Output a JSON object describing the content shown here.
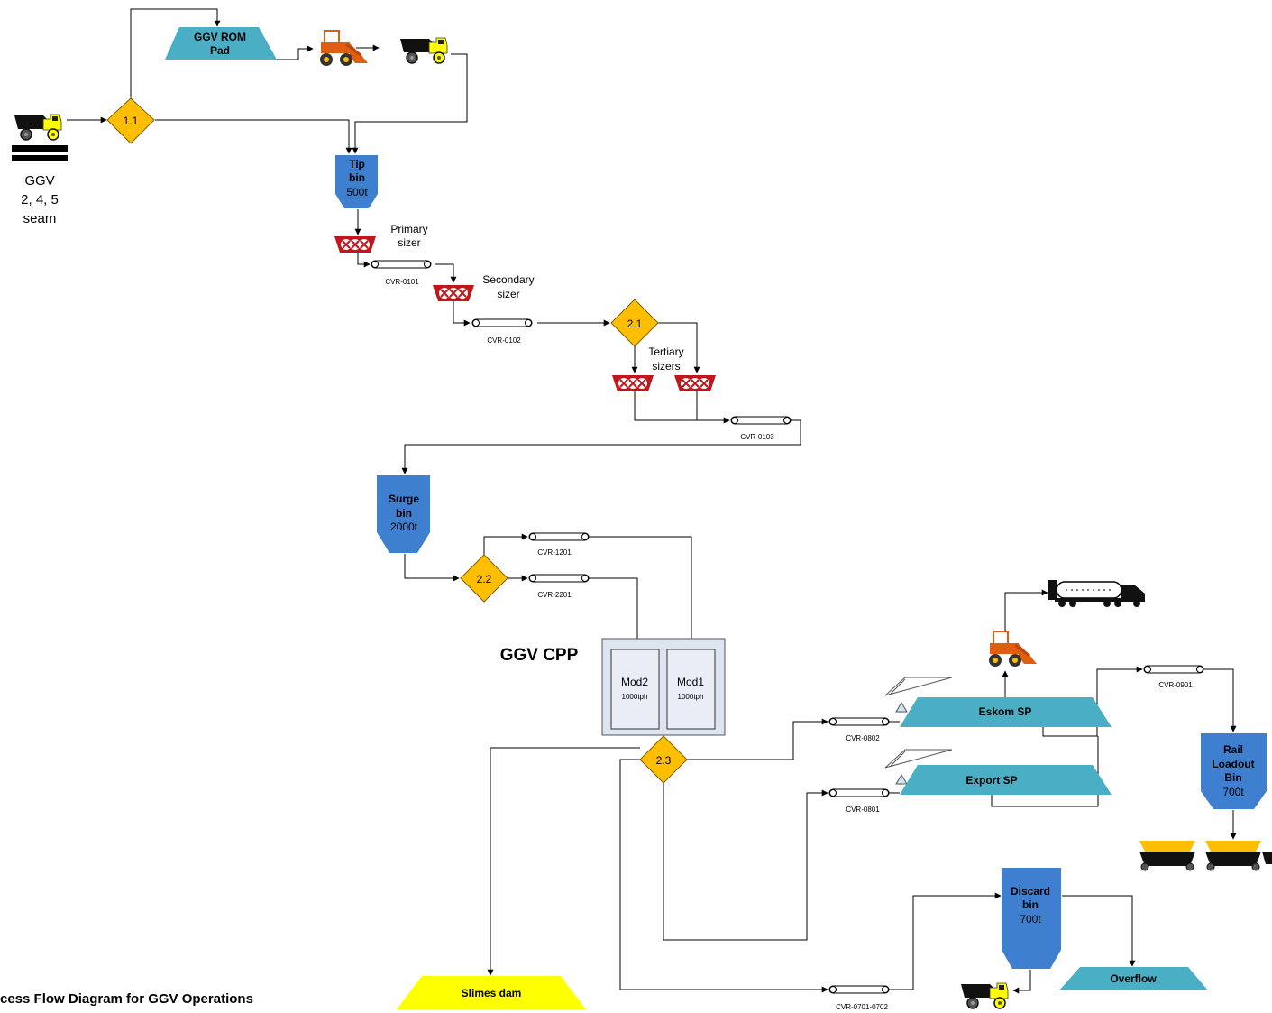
{
  "diagram": {
    "title": "cess Flow Diagram for GGV Operations",
    "source": {
      "line1": "GGV",
      "line2": "2, 4, 5",
      "line3": "seam"
    },
    "rom_pad": {
      "line1": "GGV ROM",
      "line2": "Pad"
    },
    "decisions": {
      "d11": "1.1",
      "d21": "2.1",
      "d22": "2.2",
      "d23": "2.3"
    },
    "bins": {
      "tip": {
        "line1": "Tip",
        "line2": "bin",
        "cap": "500t"
      },
      "surge": {
        "line1": "Surge",
        "line2": "bin",
        "cap": "2000t"
      },
      "rail": {
        "line1": "Rail",
        "line2": "Loadout",
        "line3": "Bin",
        "cap": "700t"
      },
      "discard": {
        "line1": "Discard",
        "line2": "bin",
        "cap": "700t"
      }
    },
    "sizers": {
      "primary": {
        "line1": "Primary",
        "line2": "sizer"
      },
      "secondary": {
        "line1": "Secondary",
        "line2": "sizer"
      },
      "tertiary": {
        "line1": "Tertiary",
        "line2": "sizers"
      }
    },
    "conveyors": {
      "c0101": "CVR-0101",
      "c0102": "CVR-0102",
      "c0103": "CVR-0103",
      "c1201": "CVR-1201",
      "c2201": "CVR-2201",
      "c0802": "CVR-0802",
      "c0801": "CVR-0801",
      "c0901": "CVR-0901",
      "c0701": "CVR-0701-0702"
    },
    "cpp": {
      "title": "GGV CPP",
      "mod2": {
        "name": "Mod2",
        "rate": "1000tph"
      },
      "mod1": {
        "name": "Mod1",
        "rate": "1000tph"
      }
    },
    "stockpiles": {
      "eskom": "Eskom SP",
      "export": "Export SP",
      "slimes": "Slimes dam",
      "overflow": "Overflow"
    },
    "colors": {
      "bin_blue": "#3f7fd0",
      "pile_teal": "#4aaec4",
      "decision_orange": "#ffbf00",
      "sizer_red": "#c0161c",
      "slimes_yellow": "#ffff00",
      "truck_yellow": "#ffff00",
      "loader_orange": "#e05e12"
    }
  }
}
